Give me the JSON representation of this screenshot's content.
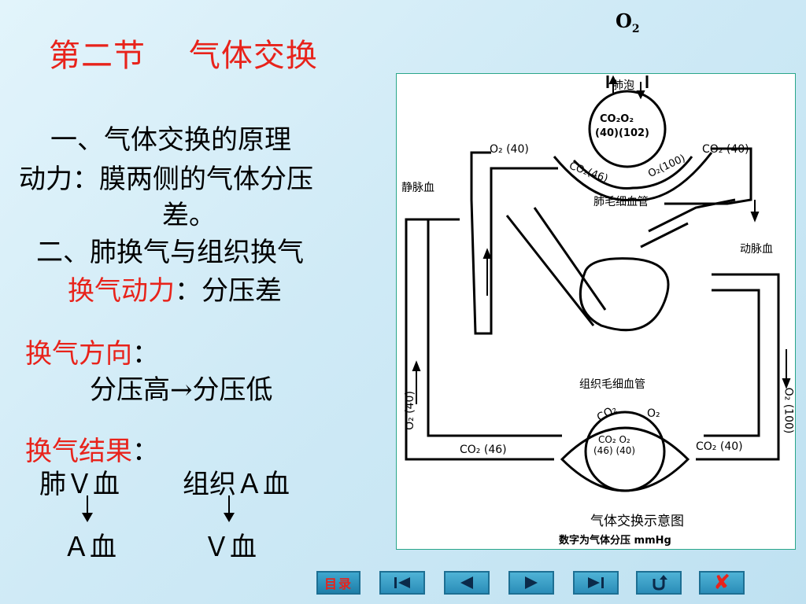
{
  "corner_label": {
    "main": "O",
    "sub": "2"
  },
  "title": "第二节    气体交换",
  "content": {
    "line1": "一、气体交换的原理",
    "line2": "动力：膜两侧的气体分压",
    "line3": "差。",
    "line4": "二、肺换气与组织换气",
    "line5_red": "换气动力",
    "line5_rest": "：分压差",
    "line6_red": "换气方向",
    "line6_rest": "：",
    "line7": "分压高→分压低",
    "line8_red": "换气结果",
    "line8_rest": "：",
    "result_left_top": "肺Ｖ血",
    "result_right_top": "组织Ａ血",
    "result_left_bottom": "Ａ血",
    "result_right_bottom": "Ｖ血"
  },
  "diagram": {
    "alveolus": "肺泡",
    "co2o2_top": "CO₂O₂",
    "alv_vals": "(40)(102)",
    "o2_40_top": "O₂ (40)",
    "co2_40_top": "CO₂ (40)",
    "co2_46_arc": "CO₂(46)",
    "o2_100_arc": "O₂(100)",
    "vein_blood": "静脉血",
    "pulmonary_capillary": "肺毛细血管",
    "artery_blood": "动脉血",
    "tissue_capillary": "组织毛细血管",
    "o2_40_side": "O₂ (40)",
    "o2_100_side": "O₂ (100)",
    "co2_46_bottom": "CO₂ (46)",
    "co2_40_bottom": "CO₂ (40)",
    "tissue_co2": "CO₂",
    "tissue_o2": "O₂",
    "tissue_vals_top": "CO₂  O₂",
    "tissue_vals": "(46)  (40)",
    "caption": "气体交换示意图",
    "note": "数字为气体分压  mmHg"
  },
  "nav": {
    "menu_label": "目录",
    "icons": [
      "first-slide-icon",
      "previous-slide-icon",
      "next-slide-icon",
      "last-slide-icon",
      "return-icon",
      "exit-icon"
    ],
    "exit_glyph": "✘"
  },
  "colors": {
    "accent_red": "#e8231b",
    "nav_blue": "#2b8db8",
    "background": "#cfeaf6"
  }
}
